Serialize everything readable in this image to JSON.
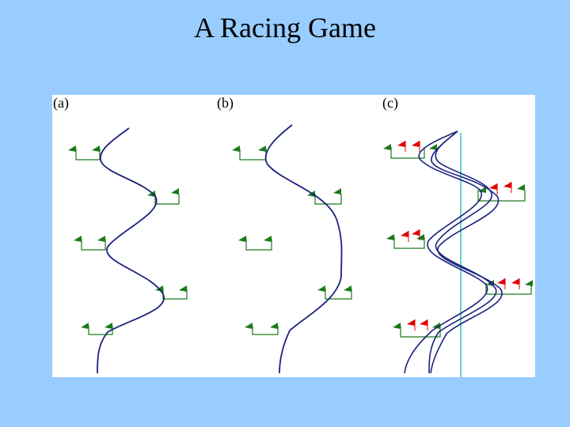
{
  "title": "A Racing Game",
  "panels": [
    {
      "label": "(a)"
    },
    {
      "label": "(b)"
    },
    {
      "label": "(c)"
    }
  ],
  "colors": {
    "background": "#99ccff",
    "panel": "#ffffff",
    "path": "#1a237e",
    "green_flag": "#1a7a1a",
    "red_flag": "#e00000",
    "vertical_line": "#3cc8c8"
  }
}
